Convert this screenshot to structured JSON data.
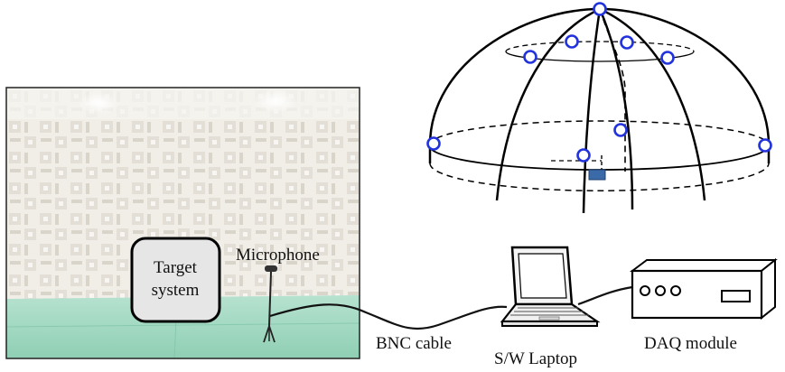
{
  "labels": {
    "target_system_line1": "Target",
    "target_system_line2": "system",
    "microphone": "Microphone",
    "bnc_cable": "BNC cable",
    "sw_laptop": "S/W Laptop",
    "daq_module": "DAQ module"
  },
  "colors": {
    "mic_marker": "#2233dd",
    "reference_box": "#3a6aa8",
    "room_wall": "#ebe7dd",
    "room_floor": "#a7d9c4",
    "line": "#111111"
  },
  "icons": {
    "room_photo": "anechoic-chamber-photo",
    "laptop": "laptop-icon",
    "daq": "daq-module-icon",
    "microphone": "microphone-stand-icon",
    "hemisphere": "hemisphere-microphone-array"
  }
}
